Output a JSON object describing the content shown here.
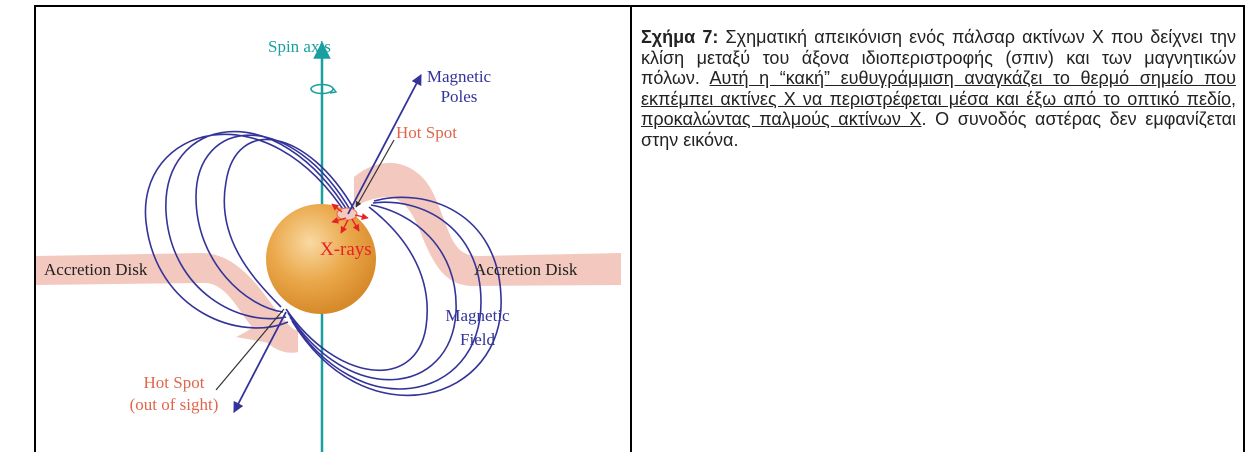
{
  "diagram": {
    "labels": {
      "spin_axis": "Spin axis",
      "magnetic_poles_line1": "Magnetic",
      "magnetic_poles_line2": "Poles",
      "hot_spot_top": "Hot Spot",
      "accretion_disk_left": "Accretion Disk",
      "accretion_disk_right": "Accretion Disk",
      "xrays": "X-rays",
      "magnetic_field_line1": "Magnetic",
      "magnetic_field_line2": "Field",
      "hot_spot_bottom_line1": "Hot Spot",
      "hot_spot_bottom_line2": "(out of sight)"
    },
    "colors": {
      "spin_axis": "#1a9fa0",
      "magnetic": "#333399",
      "hot_spot": "#e0664a",
      "disk": "#f3c9bf",
      "star": "#e9a33e",
      "xray_arrows": "#e8202a"
    }
  },
  "caption": {
    "label": "Σχήμα 7:",
    "text_plain": " Σχηματική απεικόνιση ενός πάλσαρ ακτίνων Χ που δείχνει την κλίση μεταξύ του άξονα ιδιοπεριστροφής (σπιν) και των μαγνητικών πόλων. ",
    "text_underlined": "Αυτή η “κακή” ευθυγράμμιση αναγκάζει το θερμό σημείο που εκπέμπει ακτίνες Χ να περιστρέφεται μέσα και έξω από το οπτικό πεδίο, προκαλώντας παλμούς ακτίνων Χ",
    "text_end": ". Ο συνοδός αστέρας δεν εμφανίζεται στην εικόνα."
  }
}
